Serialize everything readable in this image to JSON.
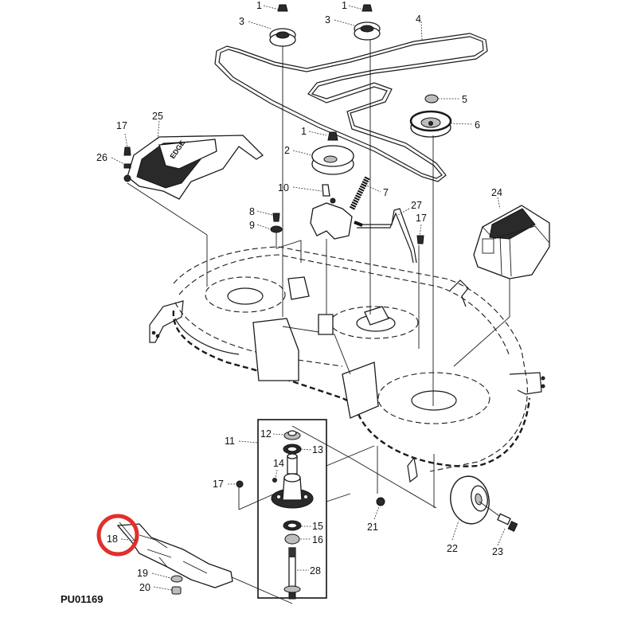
{
  "diagram": {
    "title_code": "PU01169",
    "type": "exploded-parts-diagram",
    "subject": "mower deck assembly",
    "highlight": {
      "part": "18",
      "color": "#e0302c",
      "shape": "circle"
    },
    "callouts": [
      {
        "id": "c1a",
        "label": "1",
        "part": "nut"
      },
      {
        "id": "c1b",
        "label": "1",
        "part": "nut"
      },
      {
        "id": "c1c",
        "label": "1",
        "part": "nut"
      },
      {
        "id": "c2",
        "label": "2",
        "part": "idler-pulley-flat"
      },
      {
        "id": "c3a",
        "label": "3",
        "part": "idler-pulley-v"
      },
      {
        "id": "c3b",
        "label": "3",
        "part": "idler-pulley-v"
      },
      {
        "id": "c4",
        "label": "4",
        "part": "drive-belt"
      },
      {
        "id": "c5",
        "label": "5",
        "part": "nut"
      },
      {
        "id": "c6",
        "label": "6",
        "part": "spindle-pulley"
      },
      {
        "id": "c7",
        "label": "7",
        "part": "extension-spring"
      },
      {
        "id": "c8",
        "label": "8",
        "part": "bolt"
      },
      {
        "id": "c9",
        "label": "9",
        "part": "washer"
      },
      {
        "id": "c10",
        "label": "10",
        "part": "idler-bracket"
      },
      {
        "id": "c11",
        "label": "11",
        "part": "spindle-assembly"
      },
      {
        "id": "c12",
        "label": "12",
        "part": "nut"
      },
      {
        "id": "c13",
        "label": "13",
        "part": "bearing"
      },
      {
        "id": "c14",
        "label": "14",
        "part": "grease-fitting"
      },
      {
        "id": "c15",
        "label": "15",
        "part": "bearing"
      },
      {
        "id": "c16",
        "label": "16",
        "part": "spacer"
      },
      {
        "id": "c17a",
        "label": "17",
        "part": "bolt"
      },
      {
        "id": "c17b",
        "label": "17",
        "part": "bolt"
      },
      {
        "id": "c17c",
        "label": "17",
        "part": "bolt"
      },
      {
        "id": "c18",
        "label": "18",
        "part": "mower-blade"
      },
      {
        "id": "c19",
        "label": "19",
        "part": "washer"
      },
      {
        "id": "c20",
        "label": "20",
        "part": "nut"
      },
      {
        "id": "c21",
        "label": "21",
        "part": "nut"
      },
      {
        "id": "c22",
        "label": "22",
        "part": "gauge-wheel"
      },
      {
        "id": "c23",
        "label": "23",
        "part": "wheel-bolt"
      },
      {
        "id": "c24",
        "label": "24",
        "part": "right-belt-shield"
      },
      {
        "id": "c25",
        "label": "25",
        "part": "left-belt-shield"
      },
      {
        "id": "c26",
        "label": "26",
        "part": "washer"
      },
      {
        "id": "c27",
        "label": "27",
        "part": "idler-arm-rod"
      },
      {
        "id": "c28",
        "label": "28",
        "part": "spindle-shaft"
      }
    ],
    "shield_logo_text": "EDGE"
  }
}
